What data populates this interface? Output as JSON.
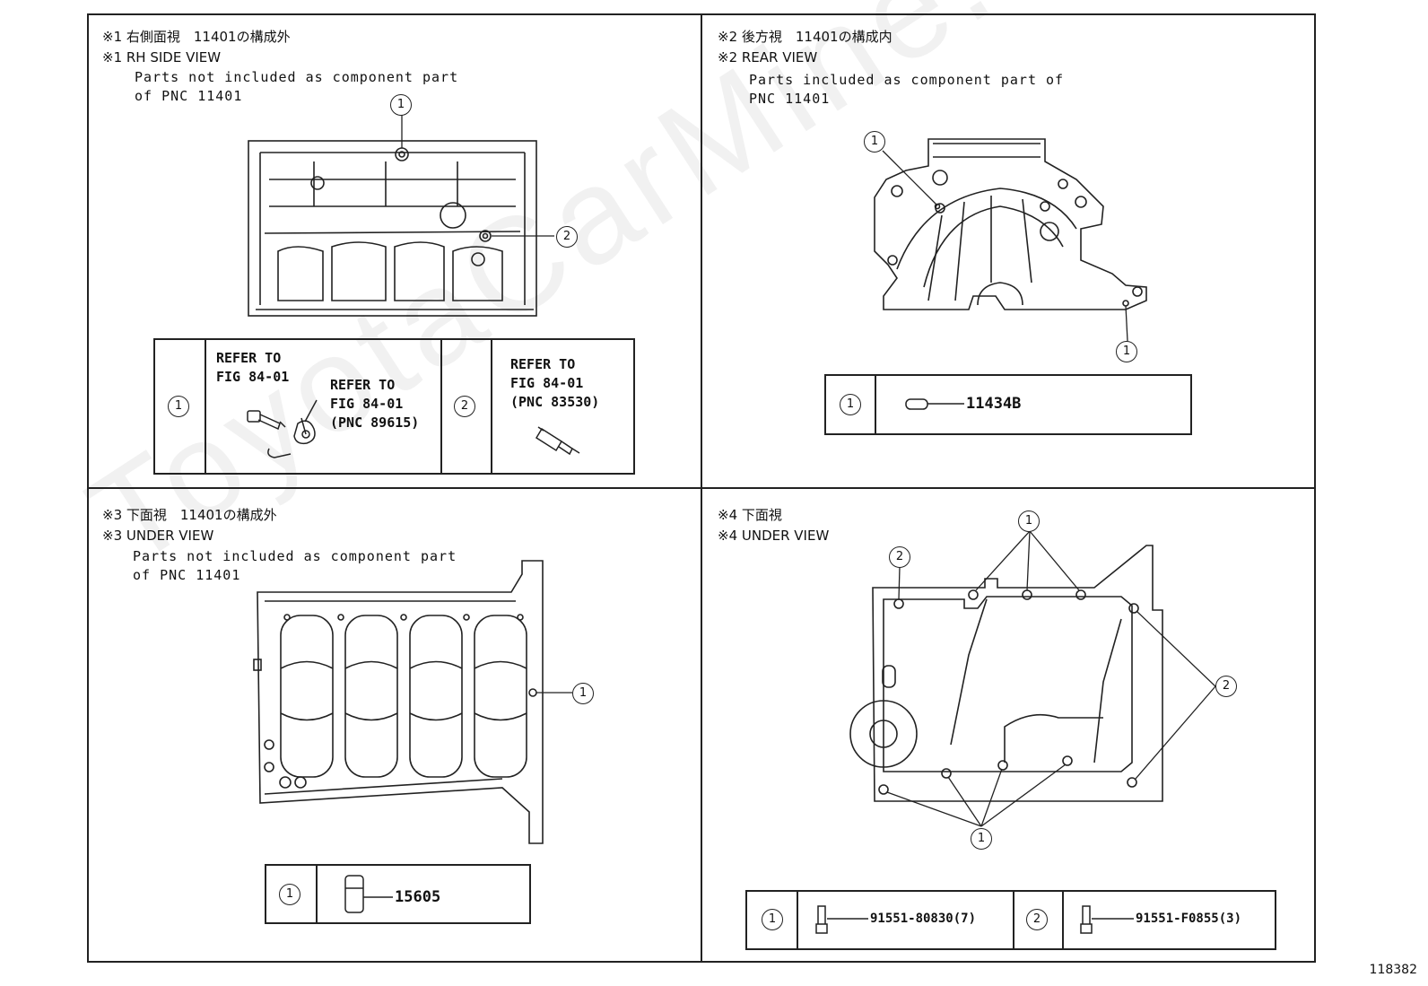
{
  "figure_number": "118382",
  "watermark": "ToyotaCarMine.ru",
  "panels": {
    "rh_side": {
      "title_jp": "※1 右側面視　11401の構成外",
      "title_en": "※1 RH SIDE VIEW",
      "note": "Parts not included as component part\nof PNC 11401",
      "callouts": [
        "1",
        "2"
      ],
      "table": {
        "c1": "1",
        "refer_a": "REFER TO\nFIG 84-01",
        "refer_b": "REFER TO\nFIG 84-01\n(PNC 89615)",
        "c2": "2",
        "refer_c": "REFER TO\nFIG 84-01\n(PNC 83530)"
      }
    },
    "rear": {
      "title_jp": "※2 後方視　11401の構成内",
      "title_en": "※2 REAR VIEW",
      "note": "Parts included as component part of\nPNC 11401",
      "callouts": [
        "1",
        "1"
      ],
      "table": {
        "c1": "1",
        "part": "11434B"
      }
    },
    "under_a": {
      "title_jp": "※3 下面視　11401の構成外",
      "title_en": "※3 UNDER VIEW",
      "note": "Parts not included as component part\nof PNC 11401",
      "callouts": [
        "1"
      ],
      "table": {
        "c1": "1",
        "part": "15605"
      }
    },
    "under_b": {
      "title_jp": "※4 下面視",
      "title_en": "※4 UNDER VIEW",
      "callouts": [
        "1",
        "2",
        "2",
        "1"
      ],
      "table": {
        "c1": "1",
        "part1": "91551-80830(7)",
        "c2": "2",
        "part2": "91551-F0855(3)"
      }
    }
  }
}
